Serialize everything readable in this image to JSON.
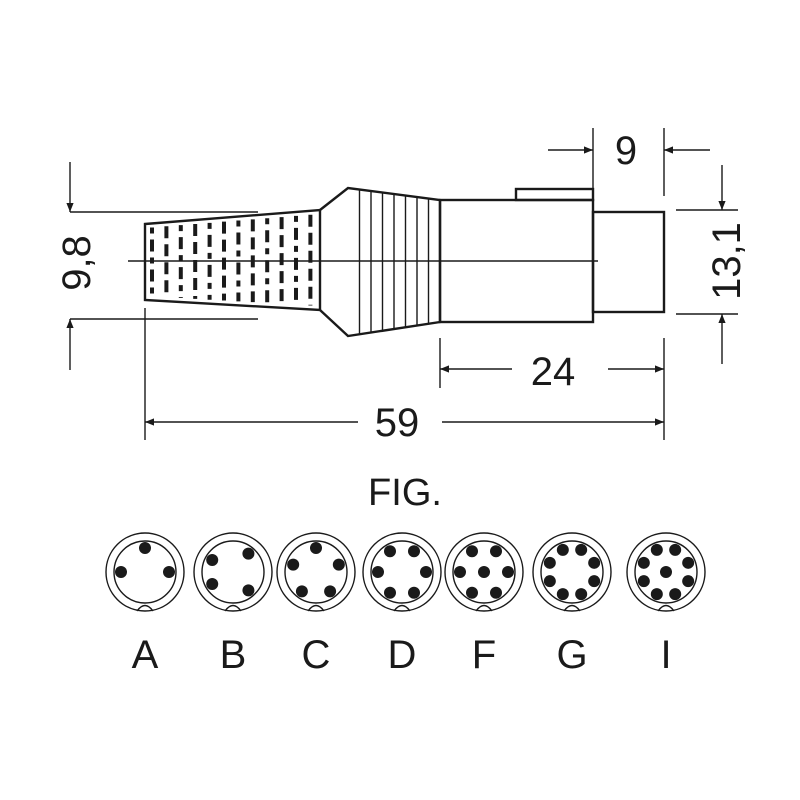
{
  "dimensions": {
    "length_total": "59",
    "length_body": "24",
    "length_tip": "9",
    "diameter_sleeve": "9,8",
    "diameter_body": "13,1"
  },
  "figure_caption": "FIG.",
  "variants": [
    {
      "letter": "A",
      "pins": 3,
      "center_pin": false
    },
    {
      "letter": "B",
      "pins": 4,
      "center_pin": false
    },
    {
      "letter": "C",
      "pins": 5,
      "center_pin": false
    },
    {
      "letter": "D",
      "pins": 6,
      "center_pin": false
    },
    {
      "letter": "F",
      "pins": 7,
      "center_pin": true
    },
    {
      "letter": "G",
      "pins": 8,
      "center_pin": false
    },
    {
      "letter": "I",
      "pins": 9,
      "center_pin": true
    }
  ],
  "colors": {
    "ink": "#1a1a1a",
    "background": "#ffffff"
  }
}
